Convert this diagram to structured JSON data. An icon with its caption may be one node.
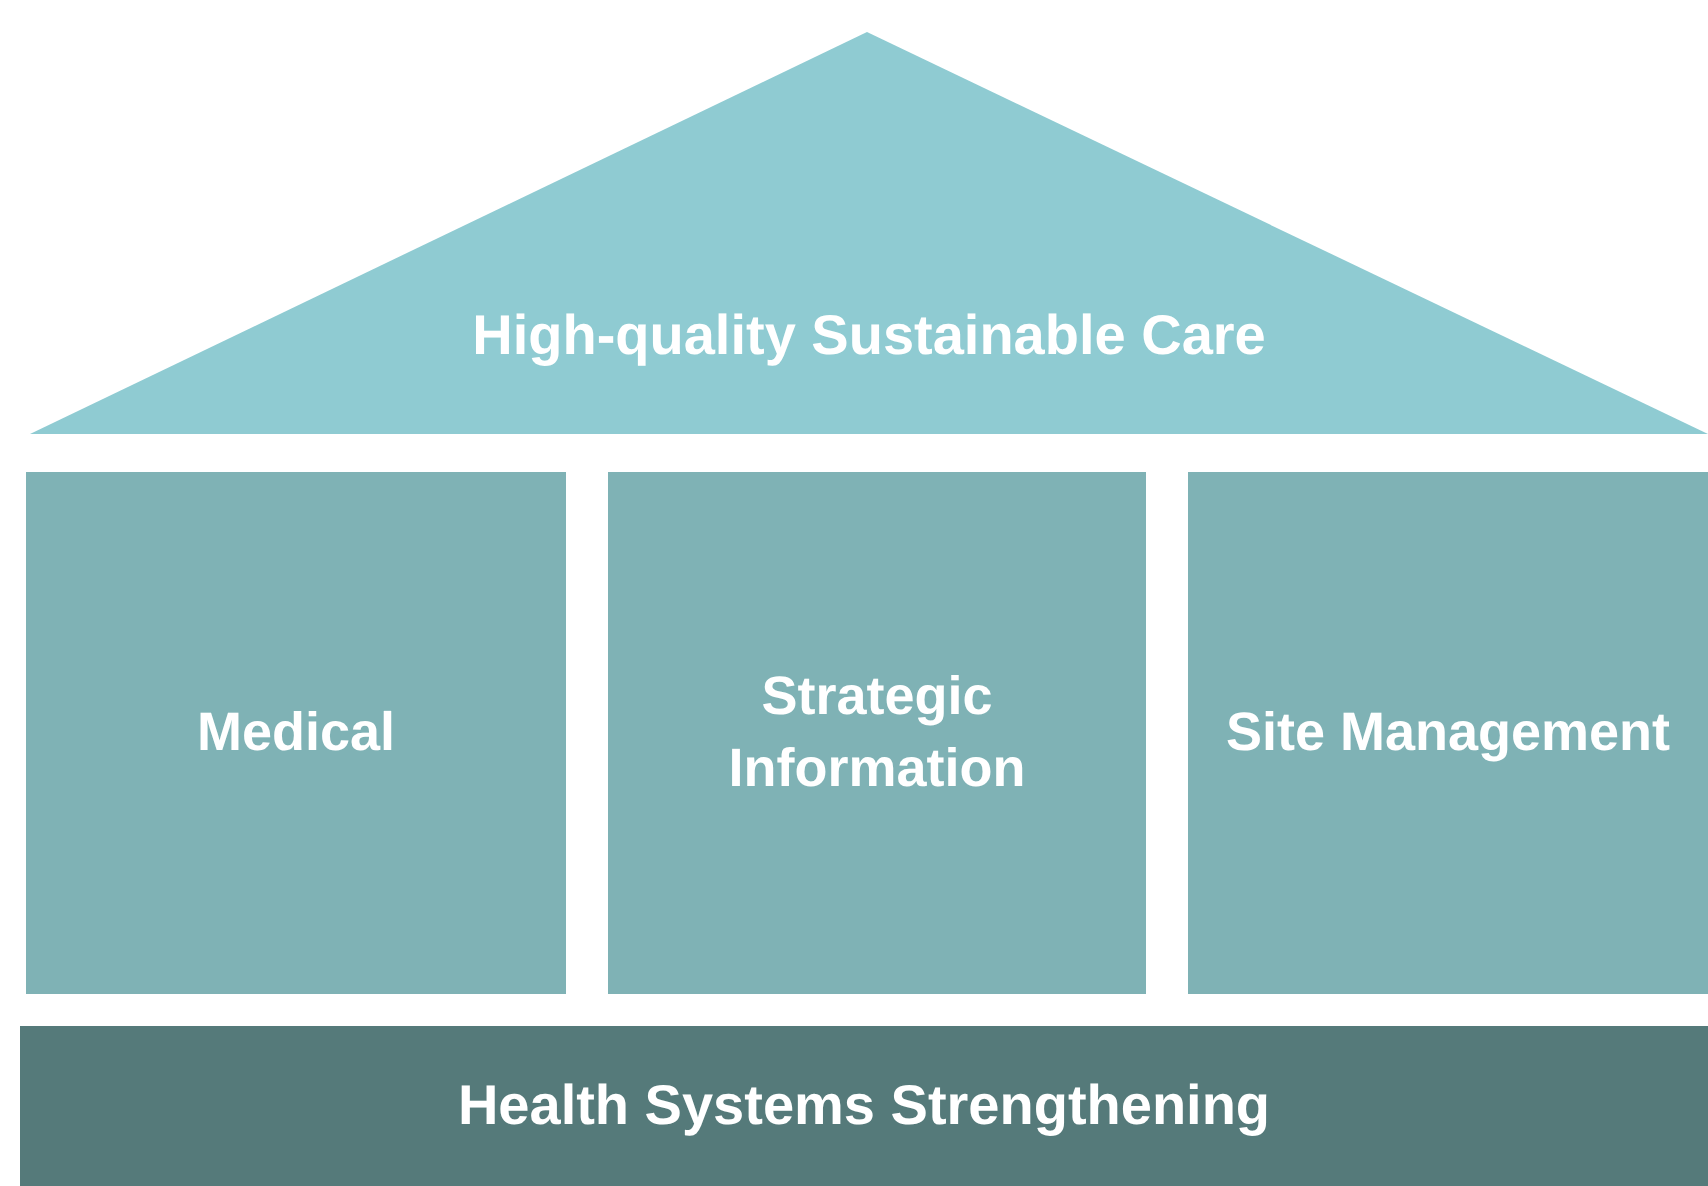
{
  "diagram": {
    "nodes": [
      {
        "text": [
          "High-quality Sustainable Care"
        ]
      },
      {
        "text": [
          "Medical"
        ]
      },
      {
        "text": [
          "Strategic Information"
        ]
      },
      {
        "text": [
          "Site Management"
        ]
      },
      {
        "text": [
          "Health Systems Strengthening"
        ]
      }
    ]
  }
}
